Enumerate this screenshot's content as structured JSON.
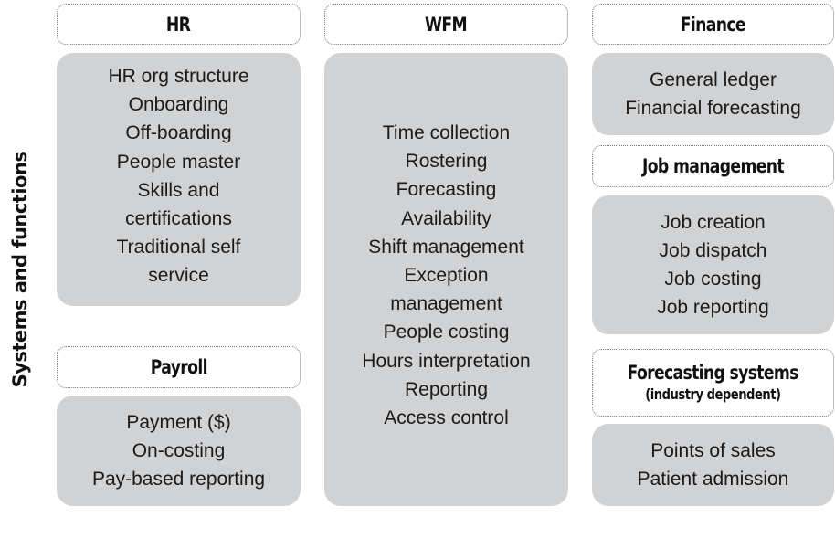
{
  "side_label": "Systems and functions",
  "columns": {
    "hr": {
      "header": "HR",
      "items": [
        "HR org structure",
        "Onboarding",
        "Off-boarding",
        "People master",
        "Skills and",
        "certifications",
        "Traditional self",
        "service"
      ]
    },
    "payroll": {
      "header": "Payroll",
      "items": [
        "Payment ($)",
        "On-costing",
        "Pay-based reporting"
      ]
    },
    "wfm": {
      "header": "WFM",
      "items": [
        "Time collection",
        "Rostering",
        "Forecasting",
        "Availability",
        "Shift management",
        "Exception",
        "management",
        "People costing",
        "Hours interpretation",
        "Reporting",
        "Access control"
      ]
    },
    "finance": {
      "header": "Finance",
      "items": [
        "General ledger",
        "Financial forecasting"
      ]
    },
    "job_management": {
      "header": "Job management",
      "items": [
        "Job creation",
        "Job dispatch",
        "Job costing",
        "Job reporting"
      ]
    },
    "forecasting_systems": {
      "header": "Forecasting systems",
      "subheader": "(industry dependent)",
      "items": [
        "Points of sales",
        "Patient admission"
      ]
    }
  },
  "colors": {
    "box_fill": "#d1d2d4",
    "header_border": "#777777",
    "text": "#1a1a1a"
  }
}
